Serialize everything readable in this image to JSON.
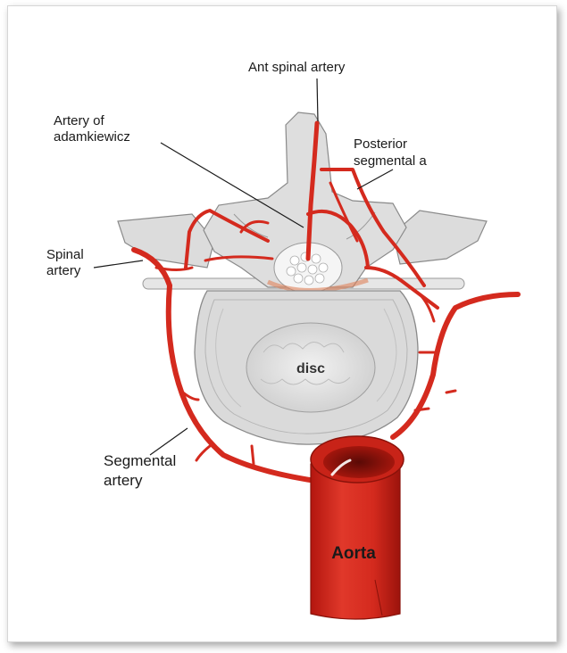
{
  "labels": {
    "ant_spinal_artery": "Ant spinal artery",
    "artery_of_adamkiewicz_line1": "Artery of",
    "artery_of_adamkiewicz_line2": "adamkiewicz",
    "posterior_segmental_line1": "Posterior",
    "posterior_segmental_line2": "segmental a",
    "spinal_artery_line1": "Spinal",
    "spinal_artery_line2": "artery",
    "segmental_artery_line1": "Segmental",
    "segmental_artery_line2": "artery",
    "disc": "disc",
    "aorta": "Aorta"
  },
  "colors": {
    "artery": "#d42a1e",
    "artery_dark": "#a01810",
    "bone": "#d9d9d9",
    "bone_edge": "#8a8a8a",
    "disc_fill": "#ececec"
  }
}
